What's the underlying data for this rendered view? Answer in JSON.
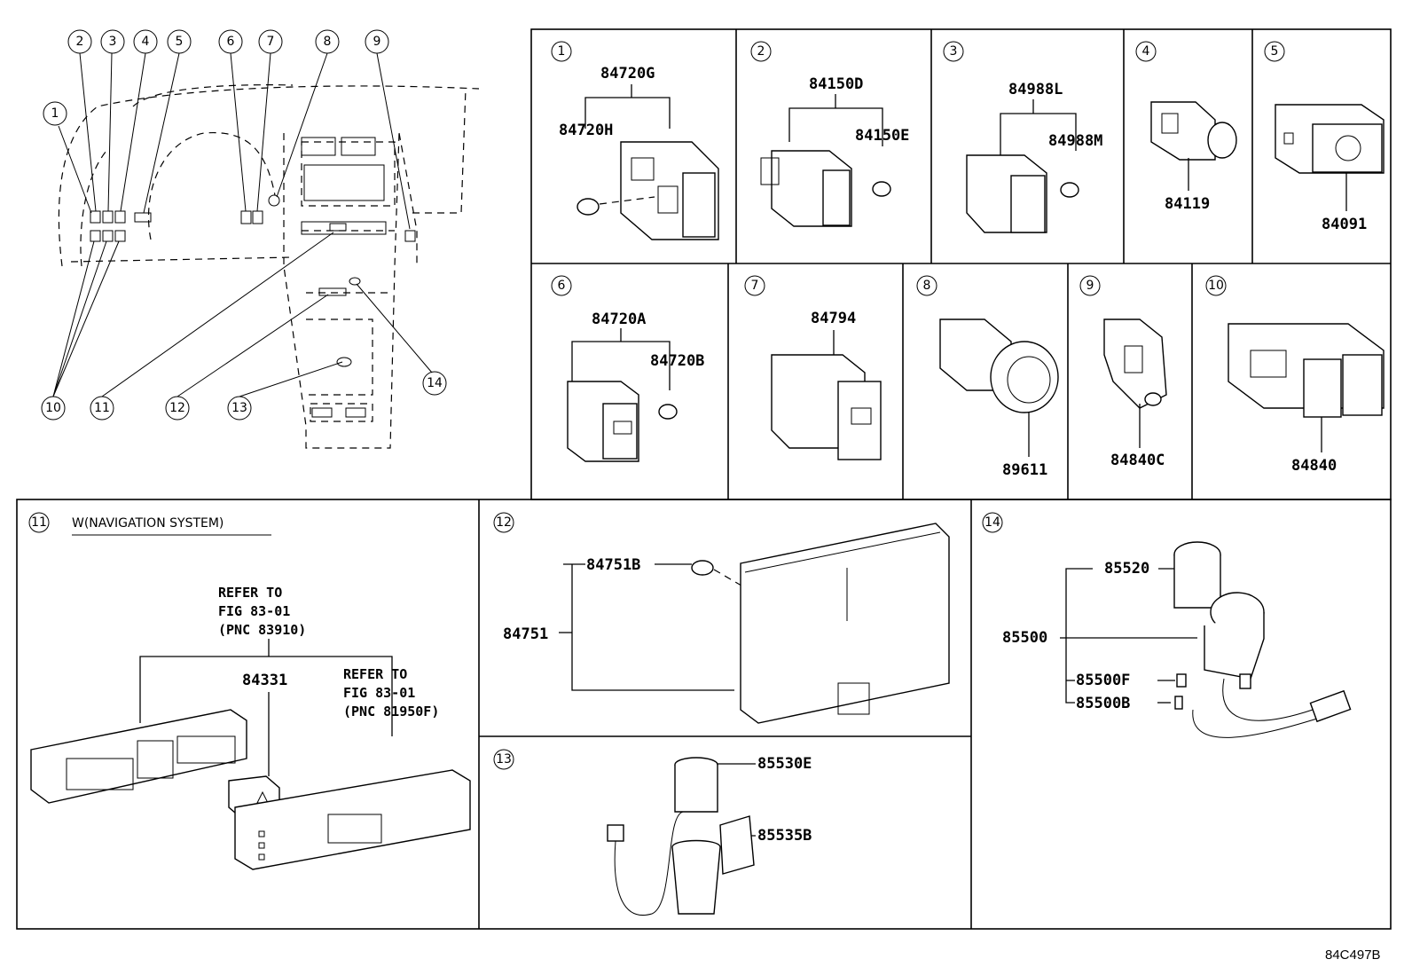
{
  "diagram_code": "84C497B",
  "overview_callouts": [
    "1",
    "2",
    "3",
    "4",
    "5",
    "6",
    "7",
    "8",
    "9",
    "10",
    "11",
    "12",
    "13",
    "14"
  ],
  "cells": [
    {
      "num": "1",
      "parts": [
        "84720G",
        "84720H"
      ]
    },
    {
      "num": "2",
      "parts": [
        "84150D",
        "84150E"
      ]
    },
    {
      "num": "3",
      "parts": [
        "84988L",
        "84988M"
      ]
    },
    {
      "num": "4",
      "parts": [
        "84119"
      ]
    },
    {
      "num": "5",
      "parts": [
        "84091"
      ]
    },
    {
      "num": "6",
      "parts": [
        "84720A",
        "84720B"
      ]
    },
    {
      "num": "7",
      "parts": [
        "84794"
      ]
    },
    {
      "num": "8",
      "parts": [
        "89611"
      ]
    },
    {
      "num": "9",
      "parts": [
        "84840C"
      ]
    },
    {
      "num": "10",
      "parts": [
        "84840"
      ]
    },
    {
      "num": "11",
      "note": "W(NAVIGATION SYSTEM)",
      "parts": [
        "84331"
      ],
      "refers": [
        [
          "REFER TO",
          "FIG 83-01",
          "(PNC 83910)"
        ],
        [
          "REFER TO",
          "FIG 83-01",
          "(PNC 81950F)"
        ]
      ]
    },
    {
      "num": "12",
      "parts": [
        "84751B",
        "84751"
      ]
    },
    {
      "num": "13",
      "parts": [
        "85530E",
        "85535B"
      ]
    },
    {
      "num": "14",
      "parts": [
        "85520",
        "85500",
        "85500F",
        "85500B"
      ]
    }
  ]
}
